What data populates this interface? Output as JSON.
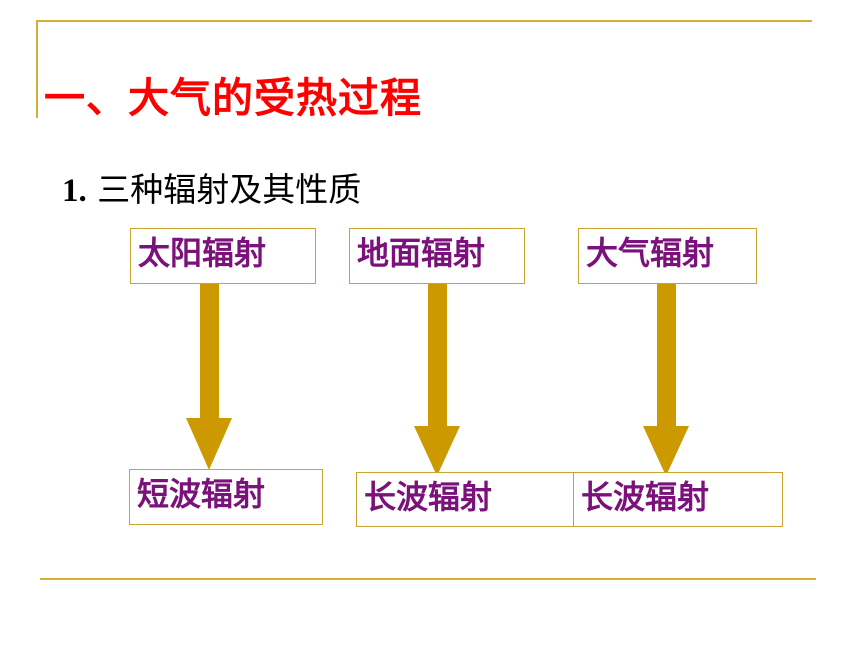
{
  "title": "一、大气的受热过程",
  "subtitle": {
    "number": "1.",
    "text": "三种辐射及其性质"
  },
  "radiation_types": [
    {
      "source": "太阳辐射",
      "result": "短波辐射"
    },
    {
      "source": "地面辐射",
      "result": "长波辐射"
    },
    {
      "source": "大气辐射",
      "result": "长波辐射"
    }
  ],
  "colors": {
    "title": "#ff0000",
    "box_text": "#7b127b",
    "box_border": "#c9a230",
    "arrow": "#cc9900",
    "rule": "#d4b038"
  }
}
